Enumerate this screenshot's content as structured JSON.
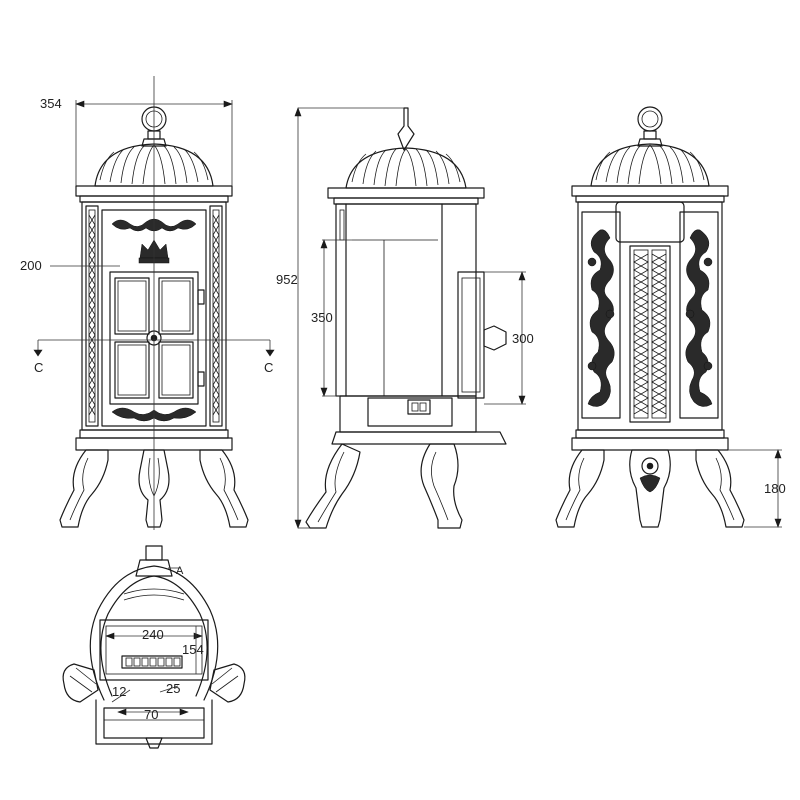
{
  "dimensions": {
    "width_front": "354",
    "door_height": "200",
    "total_height": "952",
    "side_depth_350": "350",
    "side_300": "300",
    "leg_height": "180",
    "top_width_240": "240",
    "top_depth_154": "154",
    "top_25": "25",
    "top_12": "12",
    "top_70": "70"
  },
  "section_marks": {
    "left": "C",
    "right": "C",
    "plan": "A"
  },
  "colors": {
    "line": "#1a1a1a",
    "background": "#ffffff"
  }
}
